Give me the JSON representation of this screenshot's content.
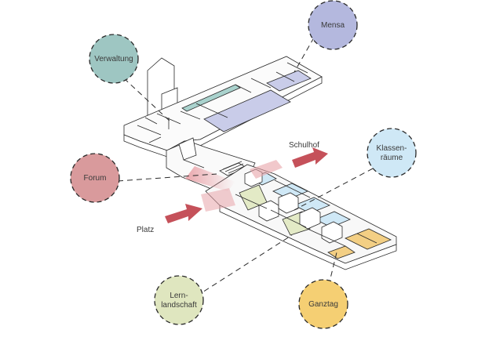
{
  "bubbles": {
    "verwaltung": {
      "label": "Verwaltung",
      "color": "#9ec6c2"
    },
    "mensa": {
      "label": "Mensa",
      "color": "#b4b8de"
    },
    "forum": {
      "label": "Forum",
      "color": "#d99a9c"
    },
    "klassenraeume": {
      "line1": "Klassen-",
      "line2": "räume",
      "color": "#cfe8f6"
    },
    "lernlandschaft": {
      "line1": "Lern-",
      "line2": "landschaft",
      "color": "#dfe6bf"
    },
    "ganztag": {
      "label": "Ganztag",
      "color": "#f5cf73"
    }
  },
  "labels": {
    "schulhof": "Schulhof",
    "platz": "Platz"
  },
  "colors": {
    "line": "#2a2a2a",
    "arrow": "#c5515a",
    "arrow_glow": "#e9a1a6",
    "wall_fill": "#ffffff",
    "floor": "#f4f4f4"
  }
}
